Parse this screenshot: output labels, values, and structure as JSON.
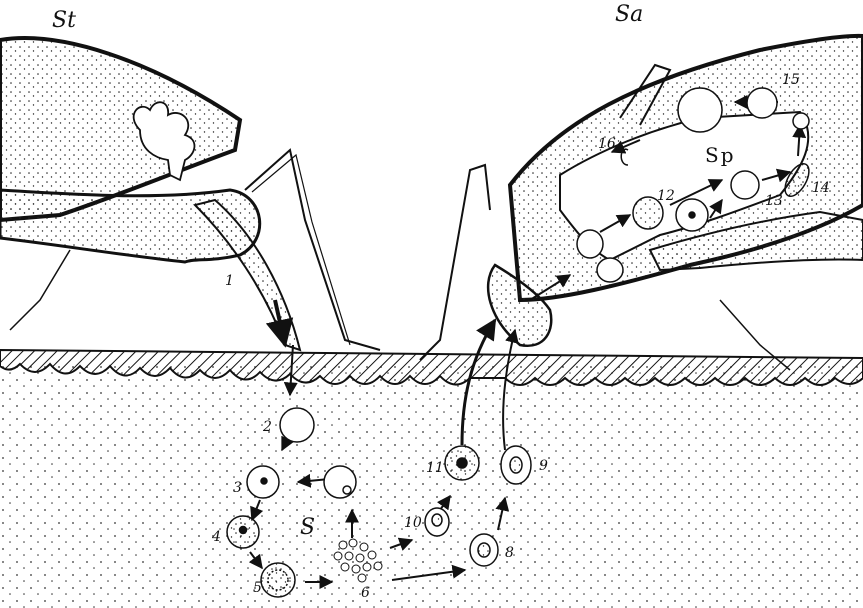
{
  "figure": {
    "labels": {
      "left_insect": "St",
      "right_insect": "Sa",
      "center_host": "S",
      "organ": "Sp"
    },
    "stages": [
      "1",
      "2",
      "3",
      "4",
      "5",
      "6",
      "8",
      "9",
      "10",
      "11",
      "12",
      "13",
      "14",
      "15",
      "16"
    ]
  }
}
